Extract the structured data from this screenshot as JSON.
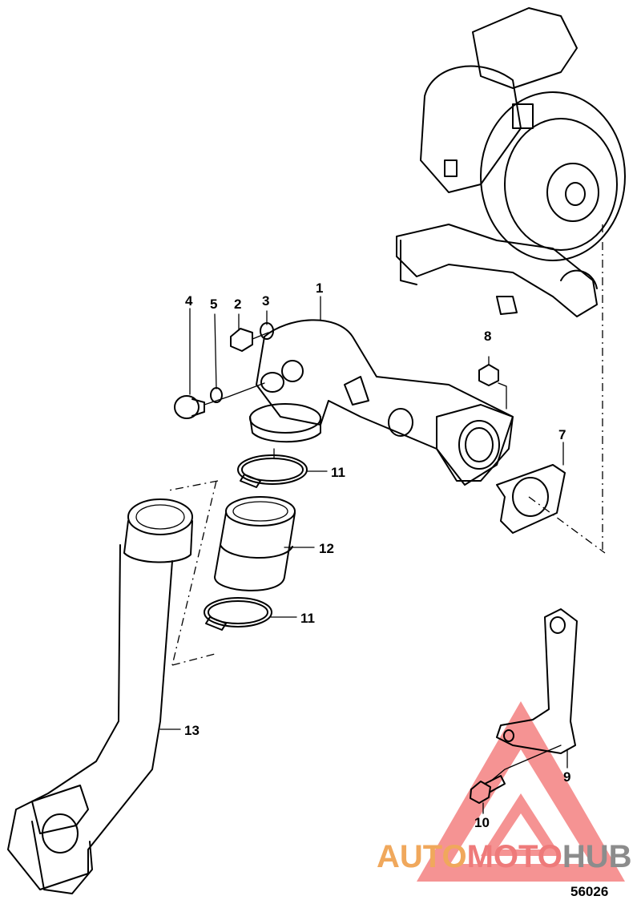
{
  "diagram": {
    "callouts": [
      {
        "id": "1",
        "label": "1"
      },
      {
        "id": "2",
        "label": "2"
      },
      {
        "id": "3",
        "label": "3"
      },
      {
        "id": "4",
        "label": "4"
      },
      {
        "id": "5",
        "label": "5"
      },
      {
        "id": "7",
        "label": "7"
      },
      {
        "id": "8",
        "label": "8"
      },
      {
        "id": "9",
        "label": "9"
      },
      {
        "id": "10",
        "label": "10"
      },
      {
        "id": "11a",
        "label": "11"
      },
      {
        "id": "11b",
        "label": "11"
      },
      {
        "id": "12",
        "label": "12"
      },
      {
        "id": "13",
        "label": "13"
      }
    ],
    "figure_number": "56026"
  },
  "watermark": {
    "part1": "AUTO",
    "part2": "MOTO",
    "part3": "HUB",
    "colors": {
      "part1": "#f0a85c",
      "part2": "#ee7a7a",
      "part3": "#8c8c8c",
      "triangle": "#ee3b3b"
    }
  },
  "icons": [
    "warning-triangle-logo"
  ]
}
